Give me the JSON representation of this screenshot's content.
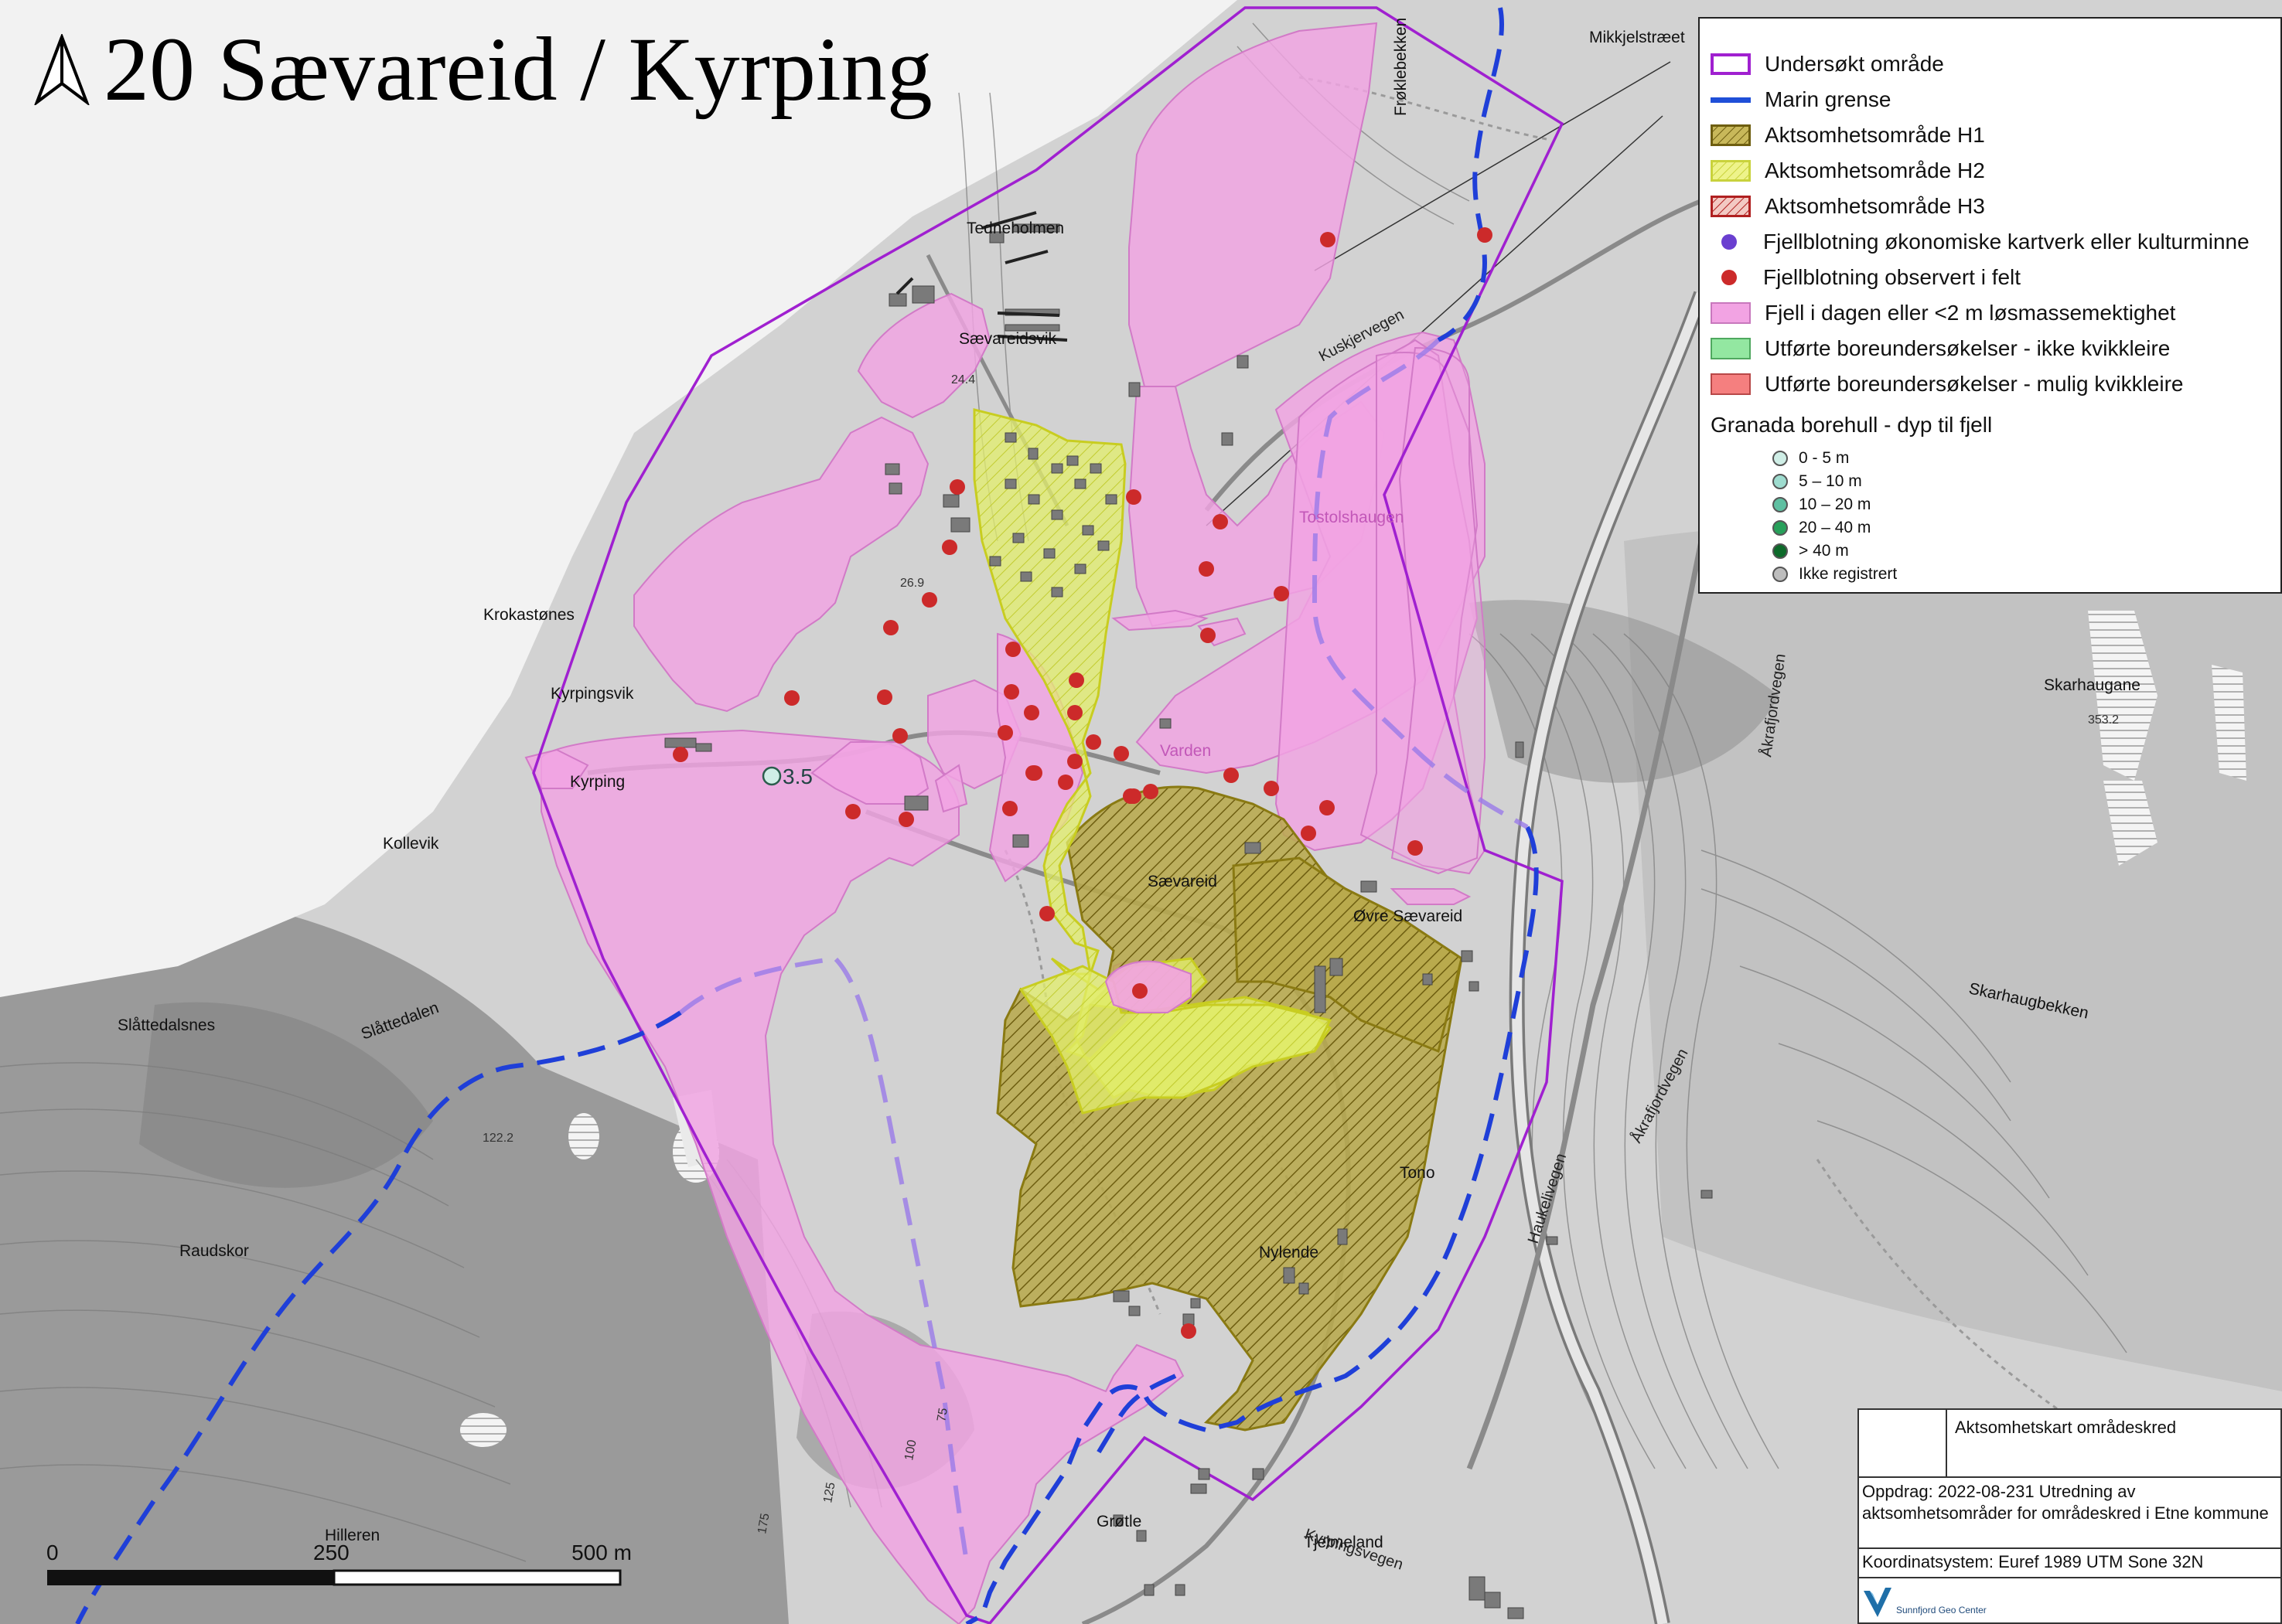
{
  "title": "20 Sævareid / Kyrping",
  "legend": {
    "items": [
      {
        "label": "Undersøkt område",
        "kind": "outline",
        "color": "#a020d0"
      },
      {
        "label": "Marin grense",
        "kind": "line",
        "color": "#1f4fd8"
      },
      {
        "label": "Aktsomhetsområde H1",
        "kind": "hatch",
        "color": "#8a7a1a"
      },
      {
        "label": "Aktsomhetsområde H2",
        "kind": "hatch",
        "color": "#d8e040"
      },
      {
        "label": "Aktsomhetsområde H3",
        "kind": "hatch",
        "color": "#b02020"
      },
      {
        "label": "Fjellblotning økonomiske kartverk eller kulturminne",
        "kind": "dot",
        "color": "#6a3fd0"
      },
      {
        "label": "Fjellblotning observert i felt",
        "kind": "dot",
        "color": "#cc2a2a"
      },
      {
        "label": "Fjell i dagen eller <2 m løsmassemektighet",
        "kind": "fill",
        "color": "#f2a3e3"
      },
      {
        "label": "Utførte boreundersøkelser - ikke kvikkleire",
        "kind": "fill",
        "color": "#93e7a1"
      },
      {
        "label": "Utførte boreundersøkelser - mulig kvikkleire",
        "kind": "fill",
        "color": "#f57f7f"
      }
    ],
    "borehole_heading": "Granada borehull - dyp til fjell",
    "borehole_classes": [
      {
        "label": "0 - 5 m",
        "color": "#cfeee6"
      },
      {
        "label": "5 – 10 m",
        "color": "#9edccf"
      },
      {
        "label": "10 – 20 m",
        "color": "#5fc0a2"
      },
      {
        "label": "20 – 40 m",
        "color": "#27a05a"
      },
      {
        "label": "> 40 m",
        "color": "#0d6a2a"
      },
      {
        "label": "Ikke registrert",
        "color": "#bdbdbd"
      }
    ]
  },
  "places": {
    "mikkjelstraeet": "Mikkjelstræet",
    "froklebekken": "Frøklebekken",
    "tedneholmen": "Tedneholmen",
    "saevareidsvik": "Sævareidsvik",
    "kuskjervegen": "Kuskjervegen",
    "tostolshaugen": "Tostolshaugen",
    "krokastones": "Krokastønes",
    "kyrpingsvik": "Kyrpingsvik",
    "kyrping": "Kyrping",
    "kollevik": "Kollevik",
    "varden": "Varden",
    "saevareid": "Sævareid",
    "ovre_saevareid": "Øvre Sævareid",
    "slattedalsnes": "Slåttedalsnes",
    "slattedalen": "Slåttedalen",
    "raudskor": "Raudskor",
    "hilleren": "Hilleren",
    "grotle": "Grøtle",
    "tjelmeland": "Tjelmeland",
    "kyrpingsvegen": "Kyrpingsvegen",
    "tono": "Tono",
    "nylende": "Nylende",
    "haukelivegen": "Haukelivegen",
    "akrafjordvegen_1": "Åkrafjordvegen",
    "akrafjordvegen_2": "Åkrafjordvegen",
    "skarhaugane": "Skarhaugane",
    "skarhaugbekken": "Skarhaugbekken"
  },
  "elevations": {
    "e1": "24.4",
    "e2": "26.9",
    "e3": "353.2",
    "e4": "122.2",
    "c1": "175",
    "c2": "125",
    "c3": "100",
    "c4": "75"
  },
  "borehole_point": {
    "label": "3.5"
  },
  "scalebar": {
    "labels": [
      "0",
      "250",
      "500 m"
    ]
  },
  "titlebox": {
    "map_title": "Aktsomhetskart områdeskred",
    "order": "Oppdrag: 2022-08-231 Utredning av aktsomhetsområder for områdeskred i Etne kommune",
    "coord": "Koordinatsystem: Euref 1989 UTM Sone 32N",
    "company": "Sunnfjord Geo Center"
  }
}
